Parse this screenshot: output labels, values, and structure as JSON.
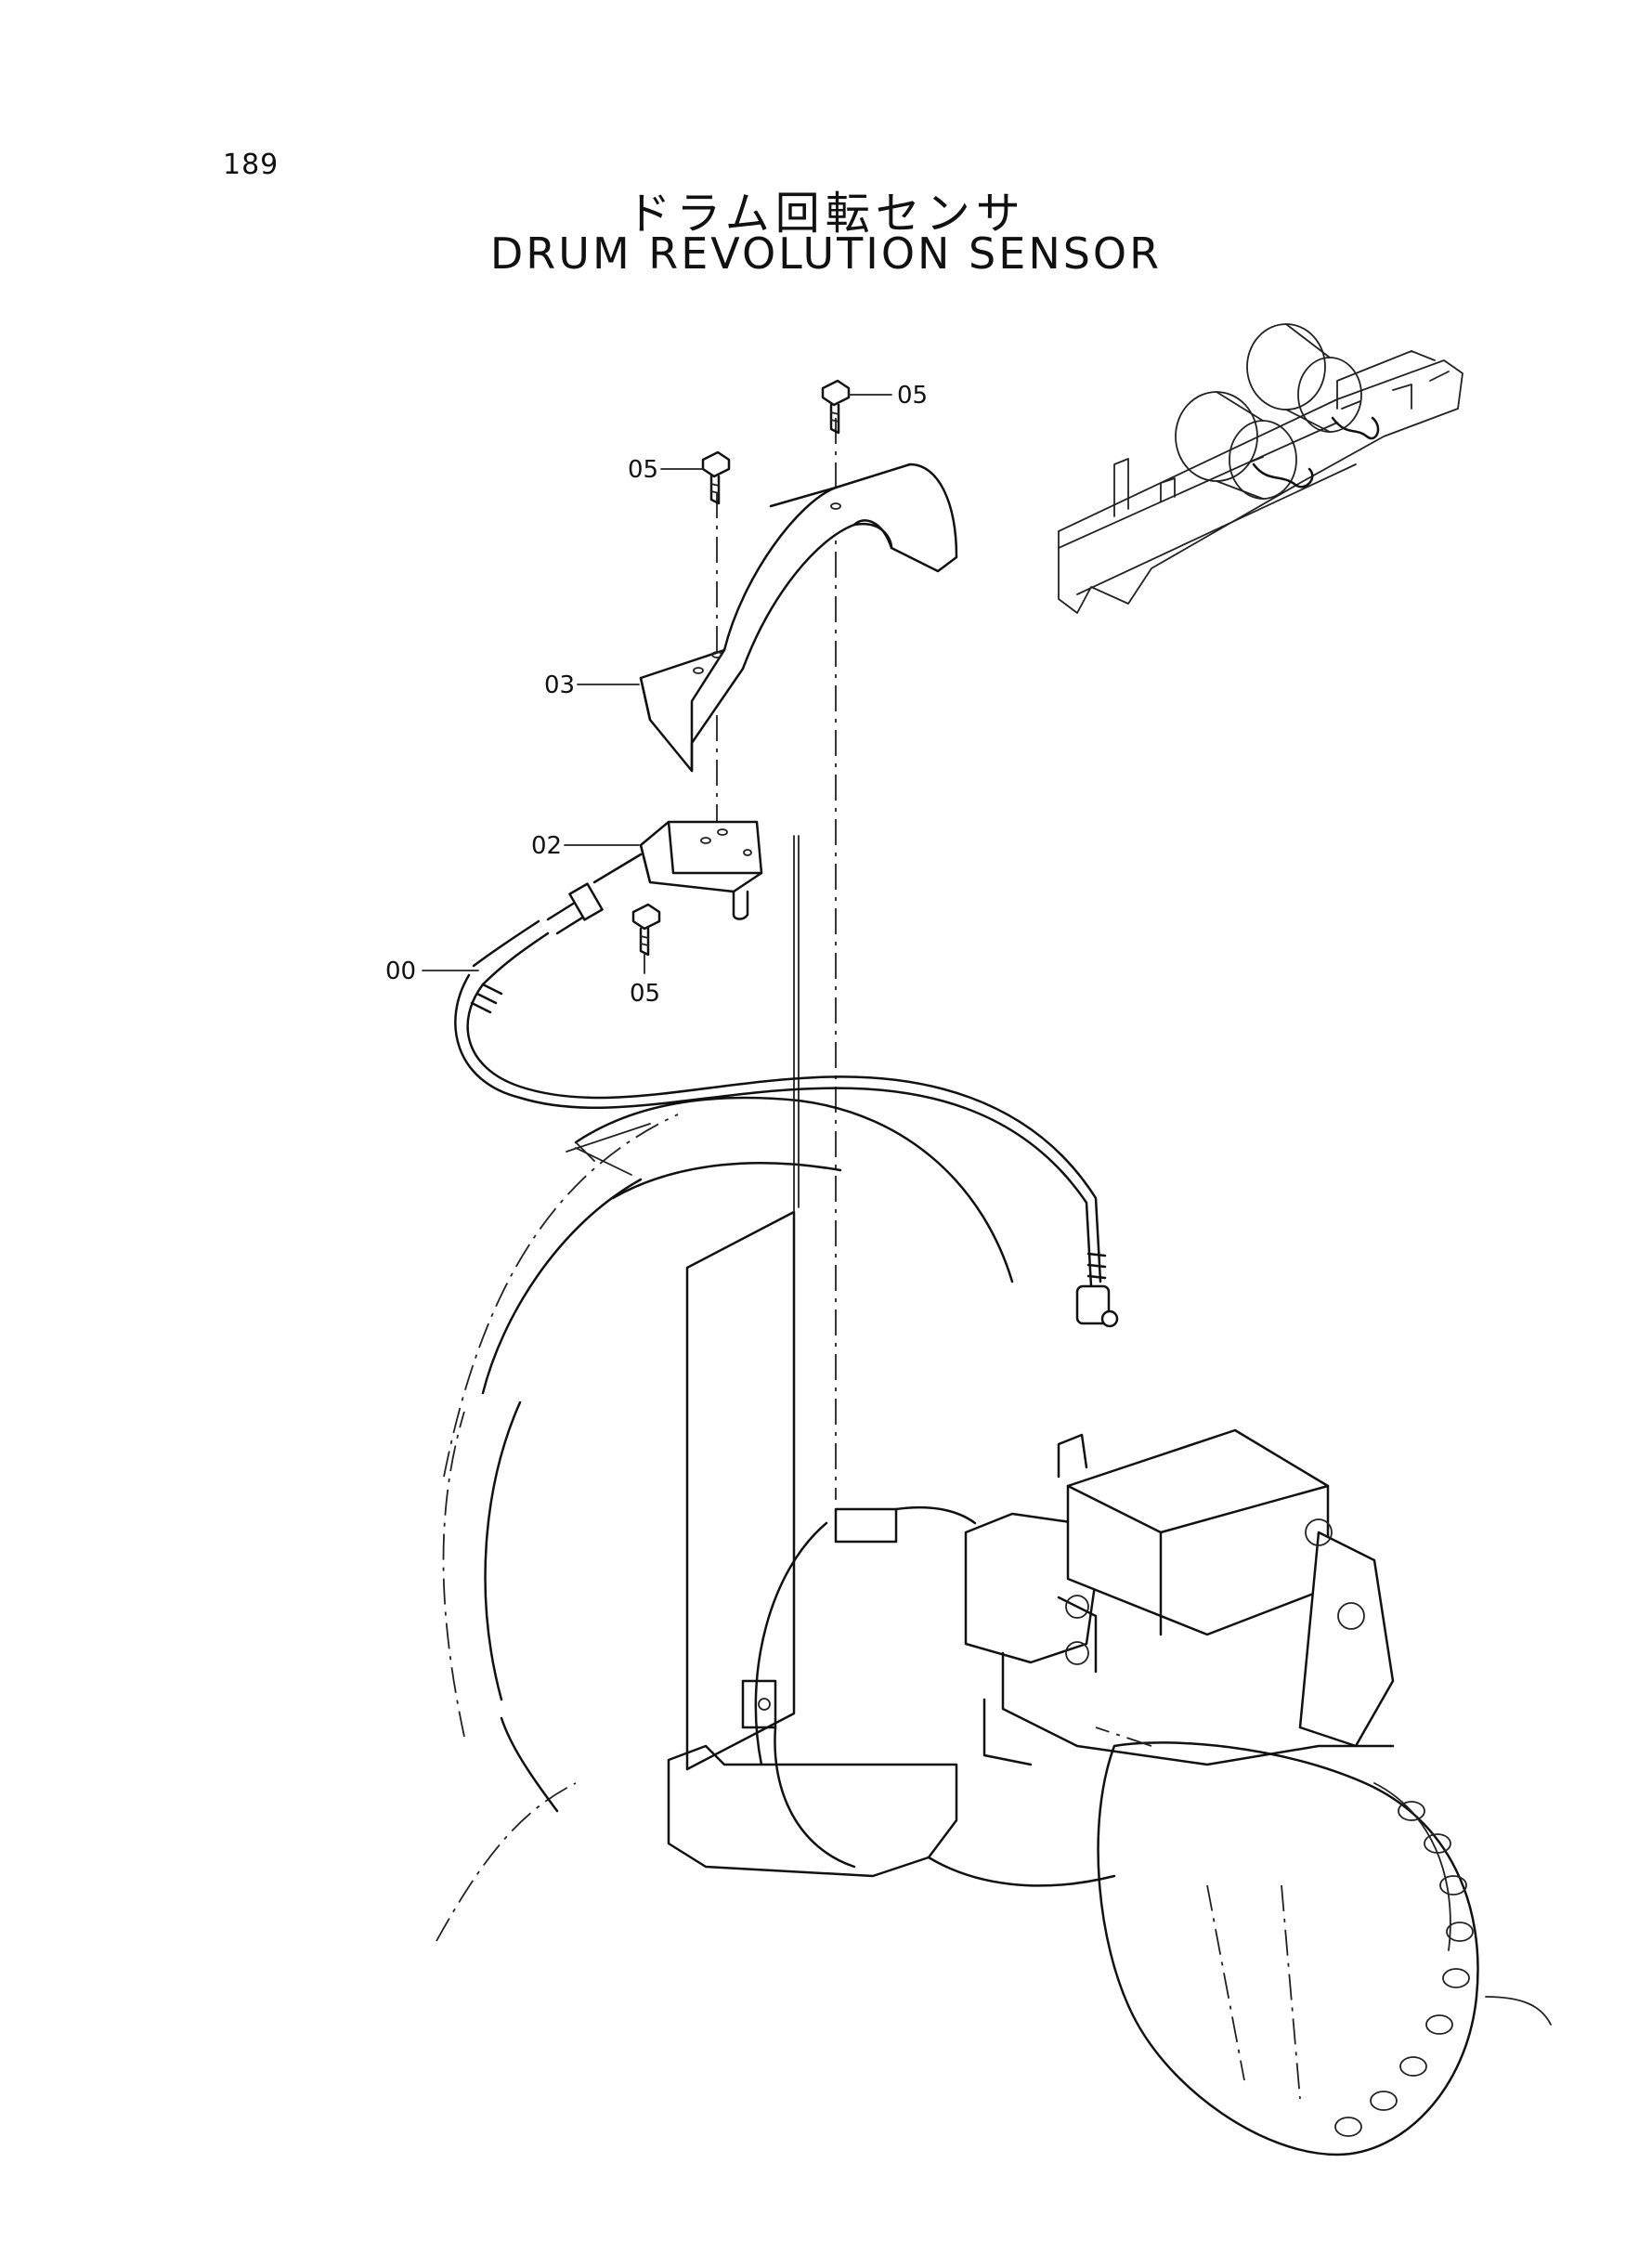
{
  "page": {
    "number": "189",
    "title_jp": "ドラム回転センサ",
    "title_en": "DRUM REVOLUTION SENSOR"
  },
  "callouts": {
    "bolt_top": "05",
    "bolt_left": "05",
    "cover": "03",
    "bracket": "02",
    "sensor": "00",
    "bolt_lower": "05"
  }
}
